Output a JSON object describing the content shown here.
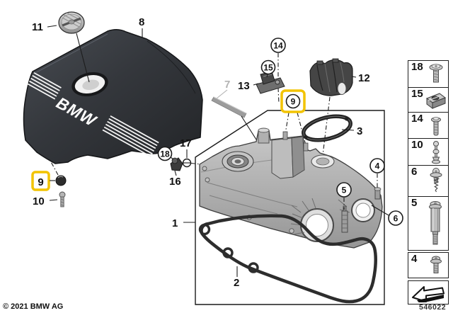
{
  "page": {
    "copyright": "© 2021 BMW AG",
    "doc_number": "546022"
  },
  "engine_cover": {
    "brand": "BMW"
  },
  "colors": {
    "highlight_yellow": "#F2C300",
    "line_art": "#1c1c1c",
    "cover_dark": "#34373c",
    "metal_gray": "#b4b4b4"
  },
  "callouts": {
    "n1": "1",
    "n2": "2",
    "n3": "3",
    "n4": "4",
    "n5": "5",
    "n6": "6",
    "n7": "7",
    "n8": "8",
    "n9": "9",
    "n10": "10",
    "n11": "11",
    "n12": "12",
    "n13": "13",
    "n14": "14",
    "n15": "15",
    "n16": "16",
    "n17": "17",
    "n18": "18"
  },
  "sidebar": {
    "items": [
      {
        "label": "18",
        "icon": "flange-screw"
      },
      {
        "label": "15",
        "icon": "clip-nut"
      },
      {
        "label": "14",
        "icon": "screw"
      },
      {
        "label": "10",
        "icon": "ball-pin"
      },
      {
        "label": "6",
        "icon": "tapping-screw"
      },
      {
        "label": "5",
        "icon": "sleeve-stud"
      },
      {
        "label": "4",
        "icon": "flange-bolt"
      }
    ]
  }
}
